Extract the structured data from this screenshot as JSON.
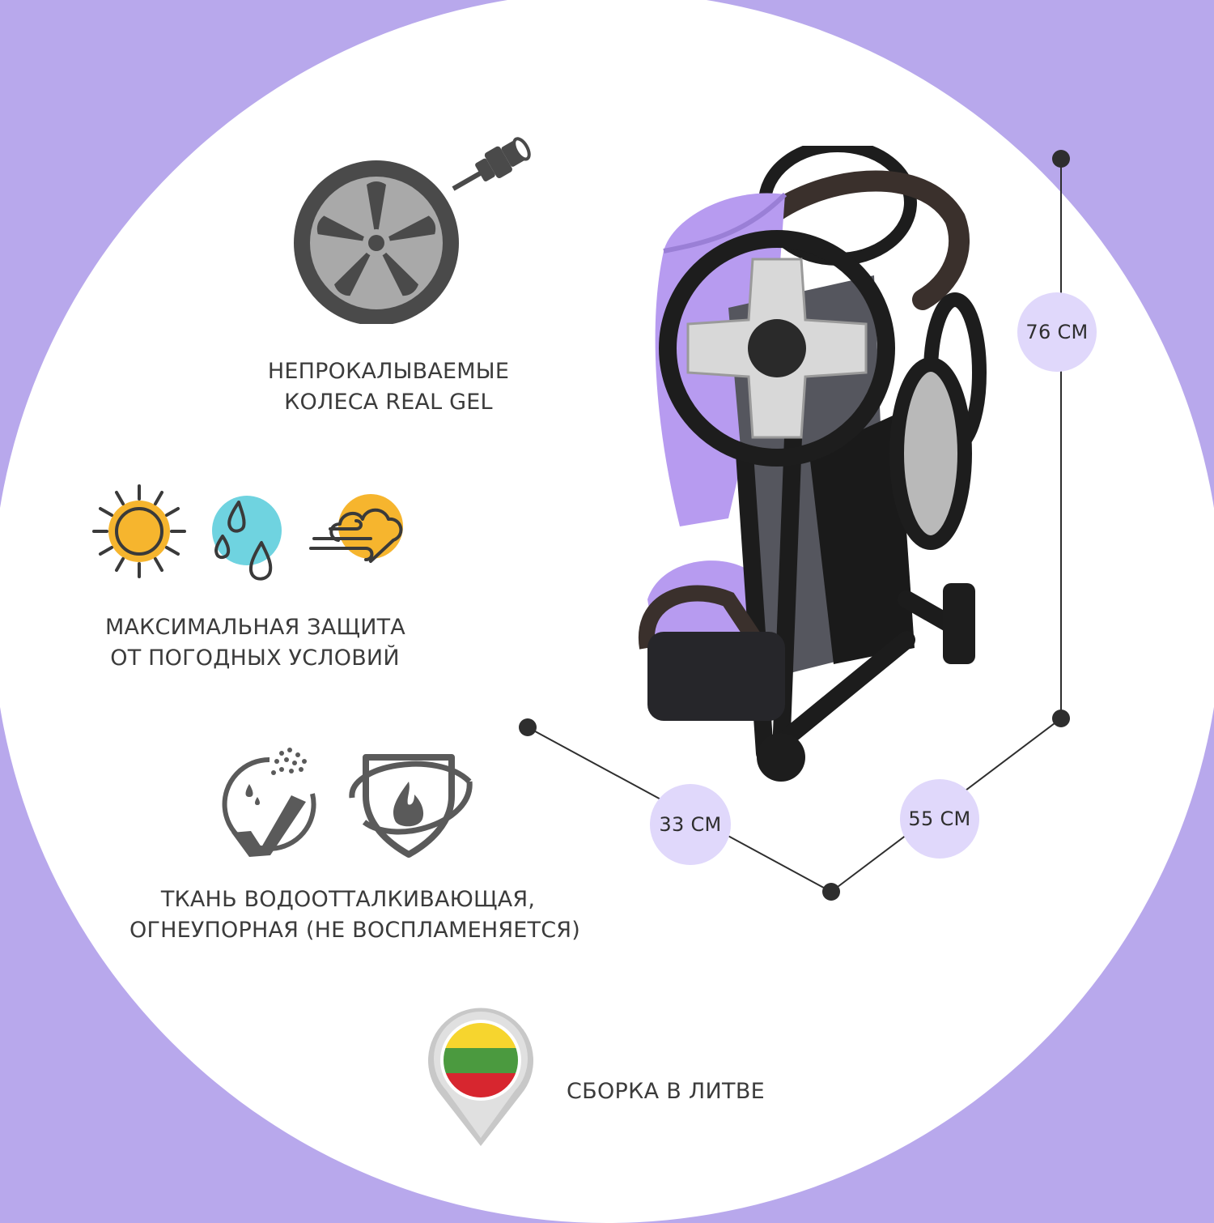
{
  "colors": {
    "background": "#b8a8ec",
    "disc": "#ffffff",
    "badge": "#e0d8fb",
    "accent_yellow": "#f6b52e",
    "accent_cyan": "#6fd3e0",
    "stroller_purple": "#b79bf0",
    "icon_gray": "#4a4a4a"
  },
  "features": {
    "wheels": {
      "icon": "wheel-icon",
      "line1": "НЕПРОКАЛЫВАЕМЫЕ",
      "line2": "КОЛЕСА REAL GEL"
    },
    "weather": {
      "icons": [
        "sun-icon",
        "rain-drops-icon",
        "wind-cloud-icon"
      ],
      "line1": "МАКСИМАЛЬНАЯ ЗАЩИТА",
      "line2": "ОТ ПОГОДНЫХ УСЛОВИЙ"
    },
    "fabric": {
      "icons": [
        "water-repellent-icon",
        "fire-shield-icon"
      ],
      "line1": "ТКАНЬ ВОДООТТАЛКИВАЮЩАЯ,",
      "line2": "ОГНЕУПОРНАЯ (НЕ ВОСПЛАМЕНЯЕТСЯ)"
    },
    "origin": {
      "icon": "lithuania-flag-pin-icon",
      "label": "СБОРКА В ЛИТВЕ"
    }
  },
  "dimensions": {
    "height": "76 СМ",
    "depth": "33 СМ",
    "width": "55 СМ"
  },
  "product_image": "folded-stroller"
}
